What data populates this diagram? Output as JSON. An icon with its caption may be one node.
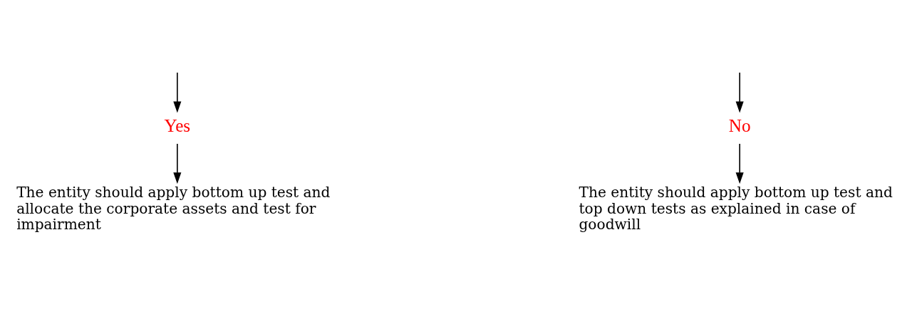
{
  "diagram": {
    "nodes": [
      {
        "text": [
          "Yes"
        ]
      },
      {
        "text": [
          "No"
        ]
      },
      {
        "text": [
          "The entity should apply bottom up test and allocate the corporate assets and test for impairment"
        ]
      },
      {
        "text": [
          "The entity should apply bottom up test and top down tests as explained in case of goodwill"
        ]
      }
    ],
    "edges": [
      {
        "from": null,
        "to": 0,
        "arrow": "to"
      },
      {
        "from": null,
        "to": 1,
        "arrow": "to"
      },
      {
        "from": 0,
        "to": 2,
        "arrow": "to"
      },
      {
        "from": 1,
        "to": 3,
        "arrow": "to"
      }
    ]
  }
}
